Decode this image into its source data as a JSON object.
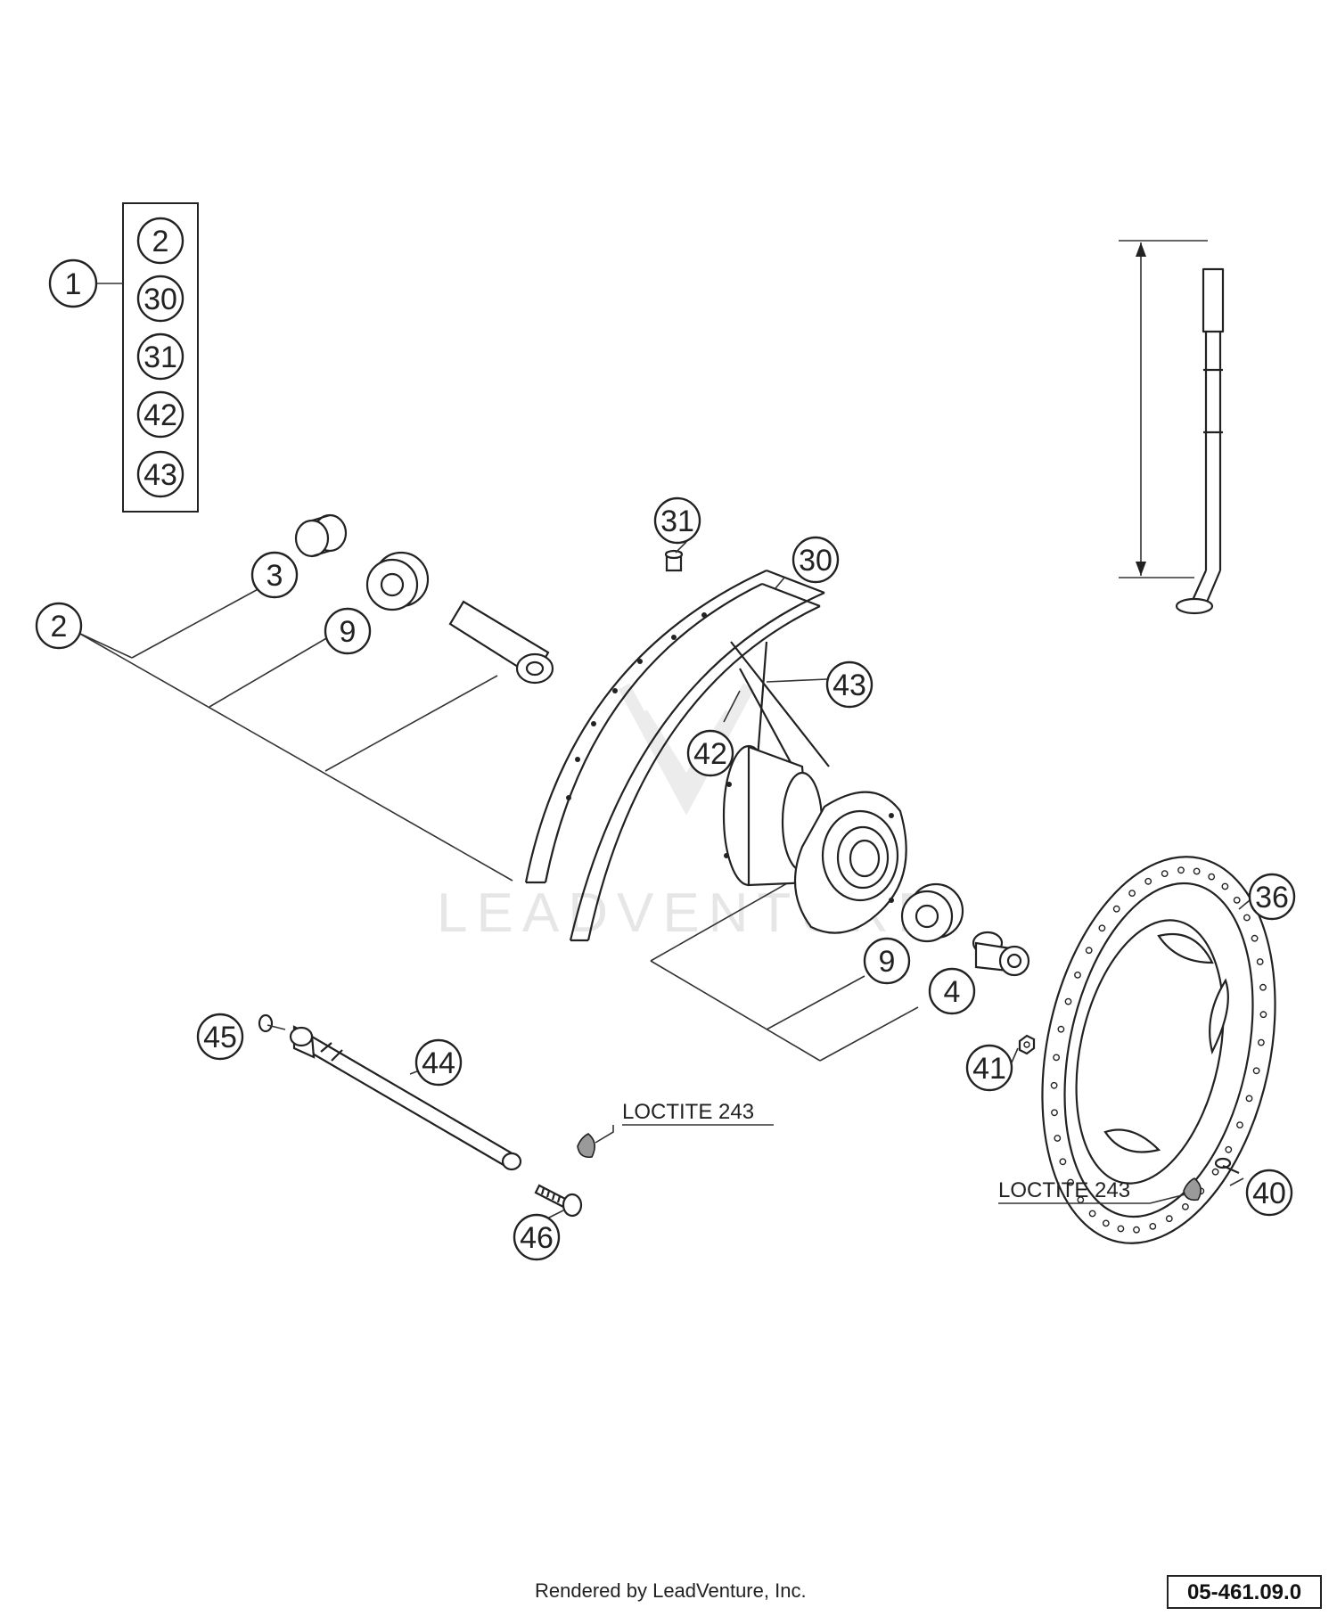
{
  "kit": {
    "number": "1",
    "contents": [
      "2",
      "30",
      "31",
      "42",
      "43"
    ]
  },
  "callouts": {
    "p2": "2",
    "p3": "3",
    "p9a": "9",
    "p31": "31",
    "p30": "30",
    "p43": "43",
    "p42": "42",
    "p36": "36",
    "p9b": "9",
    "p4": "4",
    "p41": "41",
    "p45": "45",
    "p44": "44",
    "p46": "46",
    "p40": "40"
  },
  "notes": {
    "loctite_left": "LOCTITE 243",
    "loctite_right": "LOCTITE 243"
  },
  "watermark": "LEADVENTURE",
  "footer": {
    "rendered_by": "Rendered by LeadVenture, Inc.",
    "diagram_code": "05-461.09.0"
  }
}
